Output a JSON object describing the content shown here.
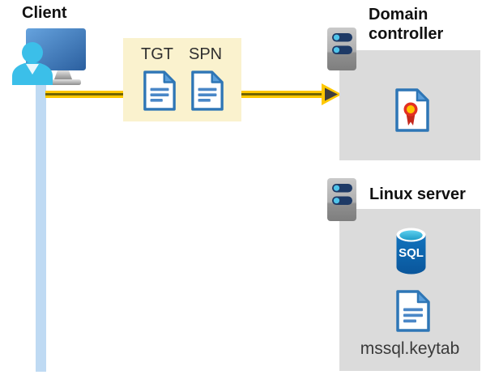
{
  "labels": {
    "client": "Client",
    "tgt": "TGT",
    "spn": "SPN",
    "domain_controller": "Domain controller",
    "linux_server": "Linux server",
    "sql": "SQL",
    "keytab": "mssql.keytab"
  },
  "icons": {
    "client_computer": "monitor-with-user-icon",
    "tgt_ticket": "document-icon",
    "spn_ticket": "document-icon",
    "domain_controller": "server-icon",
    "certificate": "certificate-document-icon",
    "linux_server": "server-icon",
    "sql_database": "database-cylinder-icon",
    "keytab_file": "document-icon"
  },
  "colors": {
    "arrow_yellow": "#FFC800",
    "arrow_core": "#6B6000",
    "arrowhead_dark": "#3F3F3F",
    "ticket_box_bg": "#FAF2CE",
    "server_box_bg": "#DBDBDB",
    "connection_line": "#BFDAF3",
    "doc_border_blue": "#2E76B6",
    "doc_fold_blue": "#5B9FDB",
    "doc_line_blue": "#4A87C7",
    "person_cyan": "#3BBFE9",
    "server_pill_navy": "#1E3A66",
    "server_dot_cyan": "#4FC4EA",
    "sql_body_blue": "#0E6AB4",
    "cert_red": "#E33022",
    "cert_ribbon_red": "#C5281C",
    "cert_yellow": "#FFC400",
    "text_dark": "#111111",
    "label_gray": "#2F2F2F"
  }
}
